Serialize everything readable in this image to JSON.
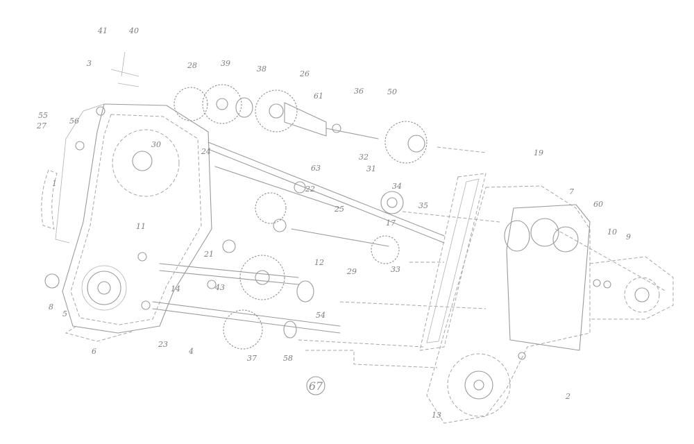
{
  "figure_number": "67",
  "callouts": [
    "41",
    "40",
    "3",
    "28",
    "39",
    "38",
    "26",
    "61",
    "36",
    "50",
    "27",
    "55",
    "56",
    "24",
    "30",
    "1",
    "63",
    "31",
    "32",
    "22",
    "34",
    "35",
    "25",
    "17",
    "11",
    "21",
    "12",
    "43",
    "5",
    "8",
    "33",
    "29",
    "19",
    "7",
    "60",
    "10",
    "9",
    "6",
    "23",
    "4",
    "37",
    "58",
    "54",
    "2",
    "13",
    "14"
  ]
}
